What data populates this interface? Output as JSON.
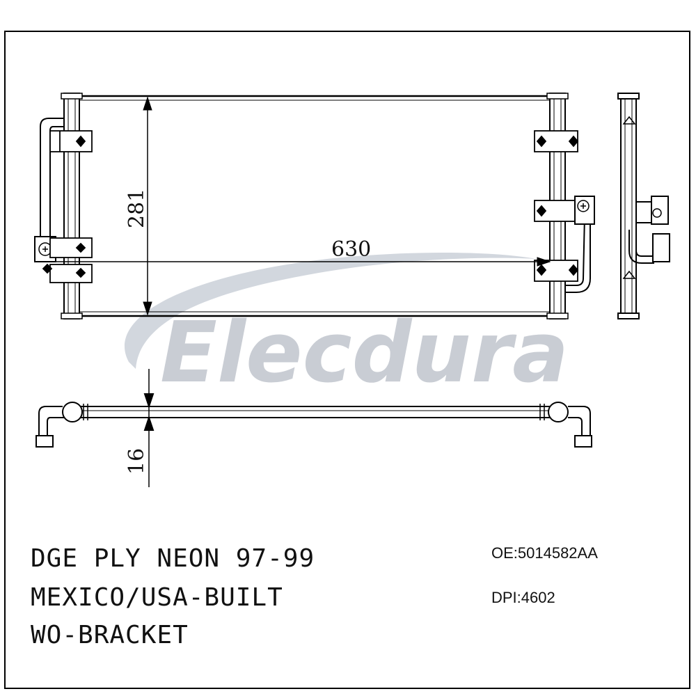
{
  "drawing": {
    "dimensions": {
      "width": "630",
      "height": "281",
      "thickness": "16"
    },
    "watermark": {
      "brand": "Elecdura",
      "color": "#c9cdd4",
      "swoosh_color": "#d2d7de"
    }
  },
  "caption": {
    "line1": "DGE PLY NEON 97-99",
    "line2": "MEXICO/USA-BUILT",
    "line3": "WO-BRACKET"
  },
  "codes": {
    "oe": "OE:5014582AA",
    "dpi": "DPI:4602"
  }
}
